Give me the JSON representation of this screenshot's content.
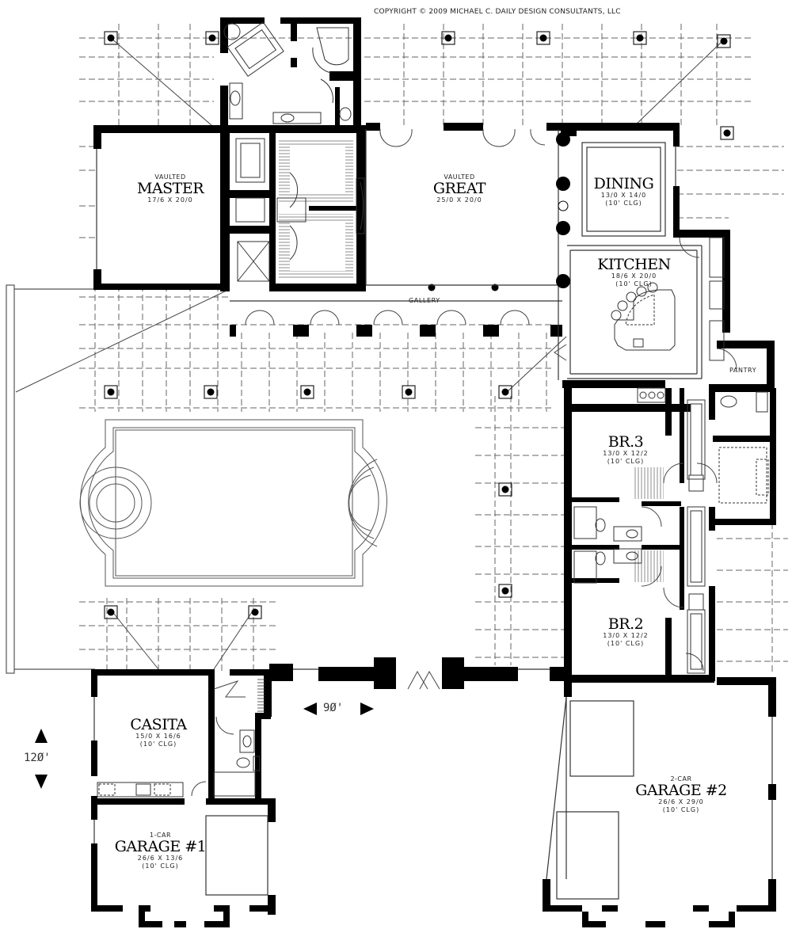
{
  "copyright": "COPYRIGHT © 2009 MICHAEL C. DAILY DESIGN CONSULTANTS, LLC",
  "overall_dimensions": {
    "width": {
      "label": "9Ø'",
      "icon_left": "arrow-left-icon",
      "icon_right": "arrow-right-icon"
    },
    "depth": {
      "label": "12Ø'",
      "icon_up": "arrow-up-icon",
      "icon_down": "arrow-down-icon"
    }
  },
  "rooms": {
    "master": {
      "prefix": "VAULTED",
      "name": "MASTER",
      "size": "17/6 X 20/0"
    },
    "great": {
      "prefix": "VAULTED",
      "name": "GREAT",
      "size": "25/0 X 20/0"
    },
    "dining": {
      "name": "DINING",
      "size": "13/0 X 14/0",
      "ceiling": "(10' CLG)"
    },
    "kitchen": {
      "name": "KITCHEN",
      "size": "18/6 X 20/0",
      "ceiling": "(10' CLG)"
    },
    "pantry": {
      "name": "PANTRY"
    },
    "gallery": {
      "name": "GALLERY"
    },
    "br3": {
      "name": "BR.3",
      "size": "13/0 X 12/2",
      "ceiling": "(10' CLG)"
    },
    "br2": {
      "name": "BR.2",
      "size": "13/0 X 12/2",
      "ceiling": "(10' CLG)"
    },
    "casita": {
      "name": "CASITA",
      "size": "15/0 X 16/6",
      "ceiling": "(10' CLG)"
    },
    "garage1": {
      "prefix": "1-CAR",
      "name": "GARAGE #1",
      "size": "26/6 X 13/6",
      "ceiling": "(10' CLG)"
    },
    "garage2": {
      "prefix": "2-CAR",
      "name": "GARAGE #2",
      "size": "26/6 X 29/0",
      "ceiling": "(10' CLG)"
    }
  },
  "features": [
    "pool",
    "courtyard",
    "pergola-beams",
    "columns",
    "master-bath",
    "walk-in-closets"
  ],
  "colors": {
    "wall": "#000000",
    "line": "#333333",
    "dashed": "#555555",
    "background": "#ffffff"
  }
}
